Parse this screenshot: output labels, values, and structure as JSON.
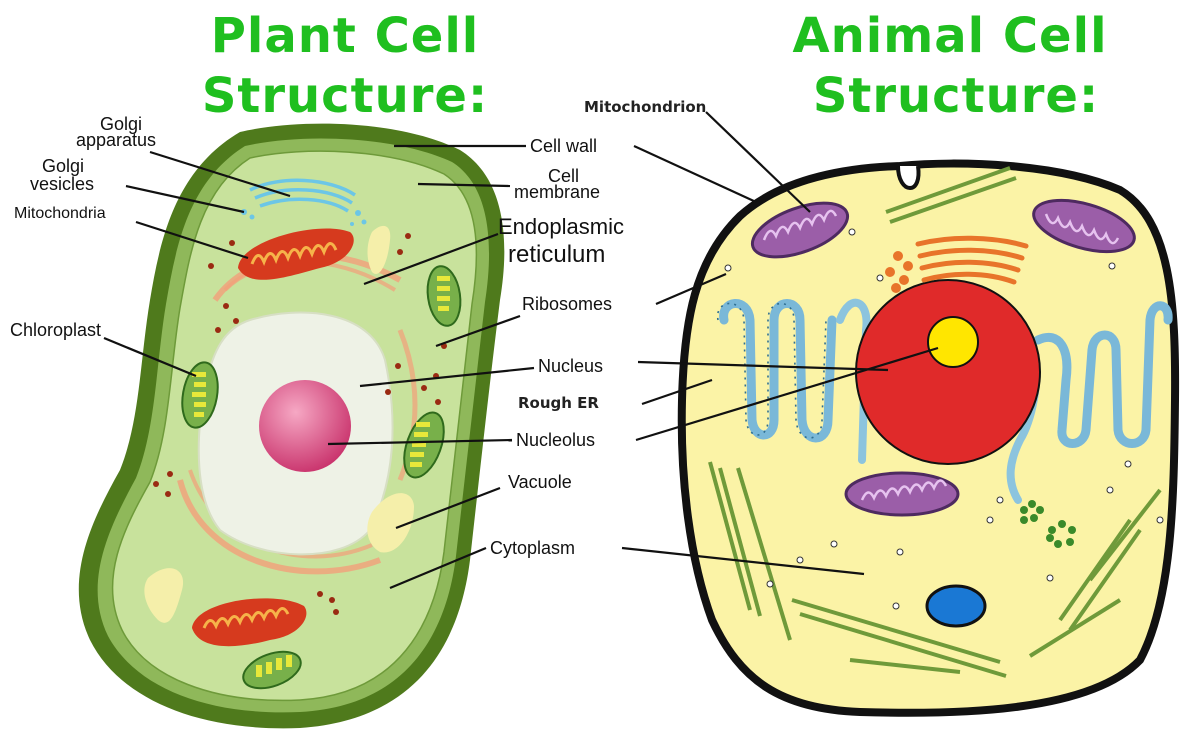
{
  "titles": {
    "plant_line1": "Plant Cell",
    "plant_line2": "Structure:",
    "animal_line1": "Animal Cell",
    "animal_line2": "Structure:"
  },
  "labels": {
    "golgi_apparatus_1": "Golgi",
    "golgi_apparatus_2": "apparatus",
    "golgi_vesicles_1": "Golgi",
    "golgi_vesicles_2": "vesicles",
    "mitochondria": "Mitochondria",
    "chloroplast": "Chloroplast",
    "cell_wall": "Cell wall",
    "cell_membrane_1": "Cell",
    "cell_membrane_2": "membrane",
    "er_1": "Endoplasmic",
    "er_2": "reticulum",
    "ribosomes": "Ribosomes",
    "nucleus": "Nucleus",
    "rough_er": "Rough ER",
    "nucleolus": "Nucleolus",
    "vacuole": "Vacuole",
    "cytoplasm": "Cytoplasm",
    "mitochondrion": "Mitochondrion"
  },
  "colors": {
    "title_green": "#1fbf1f",
    "plant_wall": "#4f7a1c",
    "plant_cytoplasm": "#c8e29c",
    "plant_vacuole": "#eef2e6",
    "plant_nucleus": "#e0588a",
    "animal_membrane": "#111111",
    "animal_cytoplasm": "#fbf3a6",
    "animal_nucleus": "#e02a2a",
    "animal_nucleolus": "#ffe600",
    "mitochondria_purple": "#9b5ea8",
    "rough_er_blue": "#7ab8d8",
    "golgi_orange": "#e8742a",
    "microtubule_green": "#6f9a3a"
  }
}
